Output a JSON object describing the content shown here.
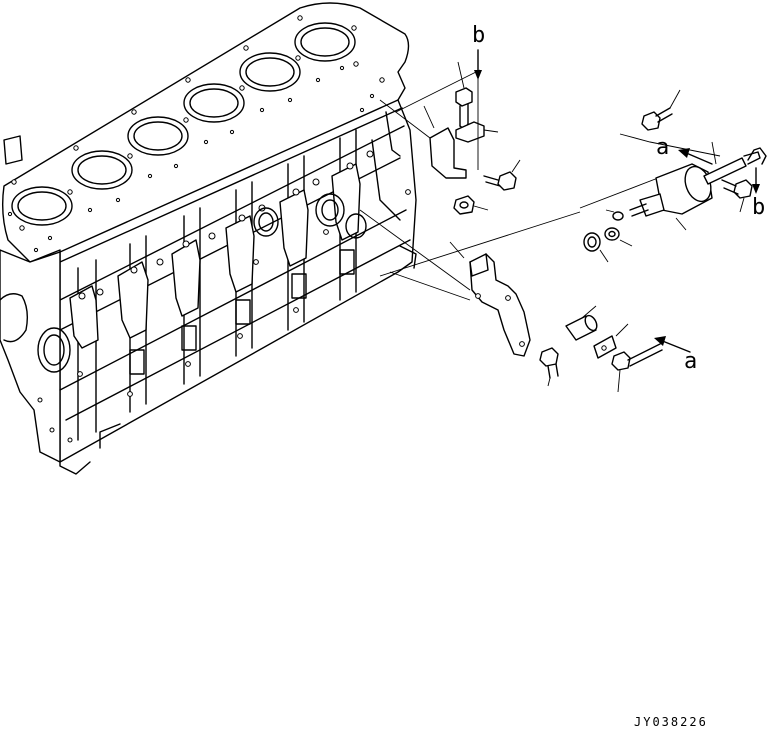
{
  "labels": {
    "a_top": "a",
    "a_bottom": "a",
    "b_top": "b",
    "b_right": "b"
  },
  "drawing_code": "JY038226",
  "colors": {
    "line": "#000000",
    "background": "#ffffff"
  }
}
